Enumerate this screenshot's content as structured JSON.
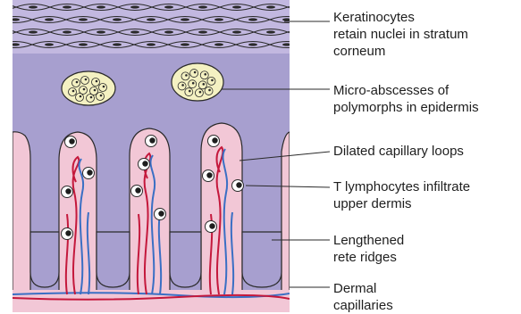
{
  "diagram": {
    "colors": {
      "epidermis": "#a79fcf",
      "corneum": "#c2b8e0",
      "dermis": "#f2c7d6",
      "artery": "#c4183c",
      "vein": "#3a6fc4",
      "abscess": "#f4f1c2",
      "outline": "#2a2a2a"
    },
    "labels": [
      {
        "id": "keratinocytes",
        "lines": [
          "Keratinocytes",
          "retain nuclei in stratum",
          "corneum"
        ]
      },
      {
        "id": "micro-abscesses",
        "lines": [
          "Micro-abscesses of",
          "polymorphs in epidermis"
        ]
      },
      {
        "id": "capillary-loops",
        "lines": [
          "Dilated capillary loops"
        ]
      },
      {
        "id": "t-lymphocytes",
        "lines": [
          "T lymphocytes infiltrate",
          "upper dermis"
        ]
      },
      {
        "id": "rete-ridges",
        "lines": [
          "Lengthened",
          "rete ridges"
        ]
      },
      {
        "id": "dermal-capillaries",
        "lines": [
          "Dermal",
          "capillaries"
        ]
      }
    ]
  }
}
